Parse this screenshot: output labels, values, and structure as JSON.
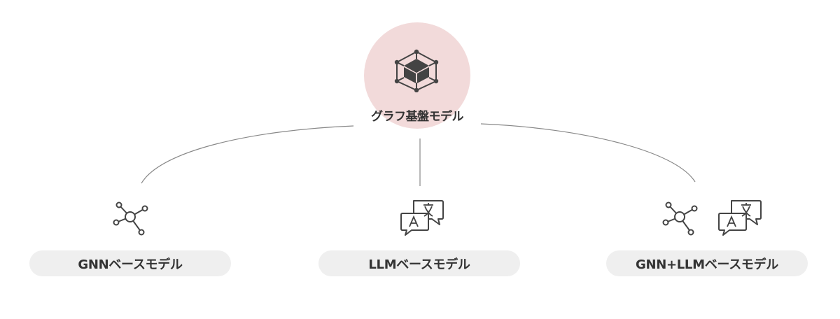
{
  "root": {
    "label": "グラフ基盤モデル",
    "icon": "cube-network-icon",
    "circle_color": "#f2dada"
  },
  "children": [
    {
      "label": "GNNベースモデル",
      "icons": [
        "graph-network-icon"
      ]
    },
    {
      "label": "LLMベースモデル",
      "icons": [
        "translation-chat-icon"
      ]
    },
    {
      "label": "GNN+LLMベースモデル",
      "icons": [
        "graph-network-icon",
        "translation-chat-icon"
      ]
    }
  ],
  "colors": {
    "pill_background": "#efefef",
    "text": "#333333",
    "icon_stroke": "#444444",
    "connector": "#888888"
  }
}
